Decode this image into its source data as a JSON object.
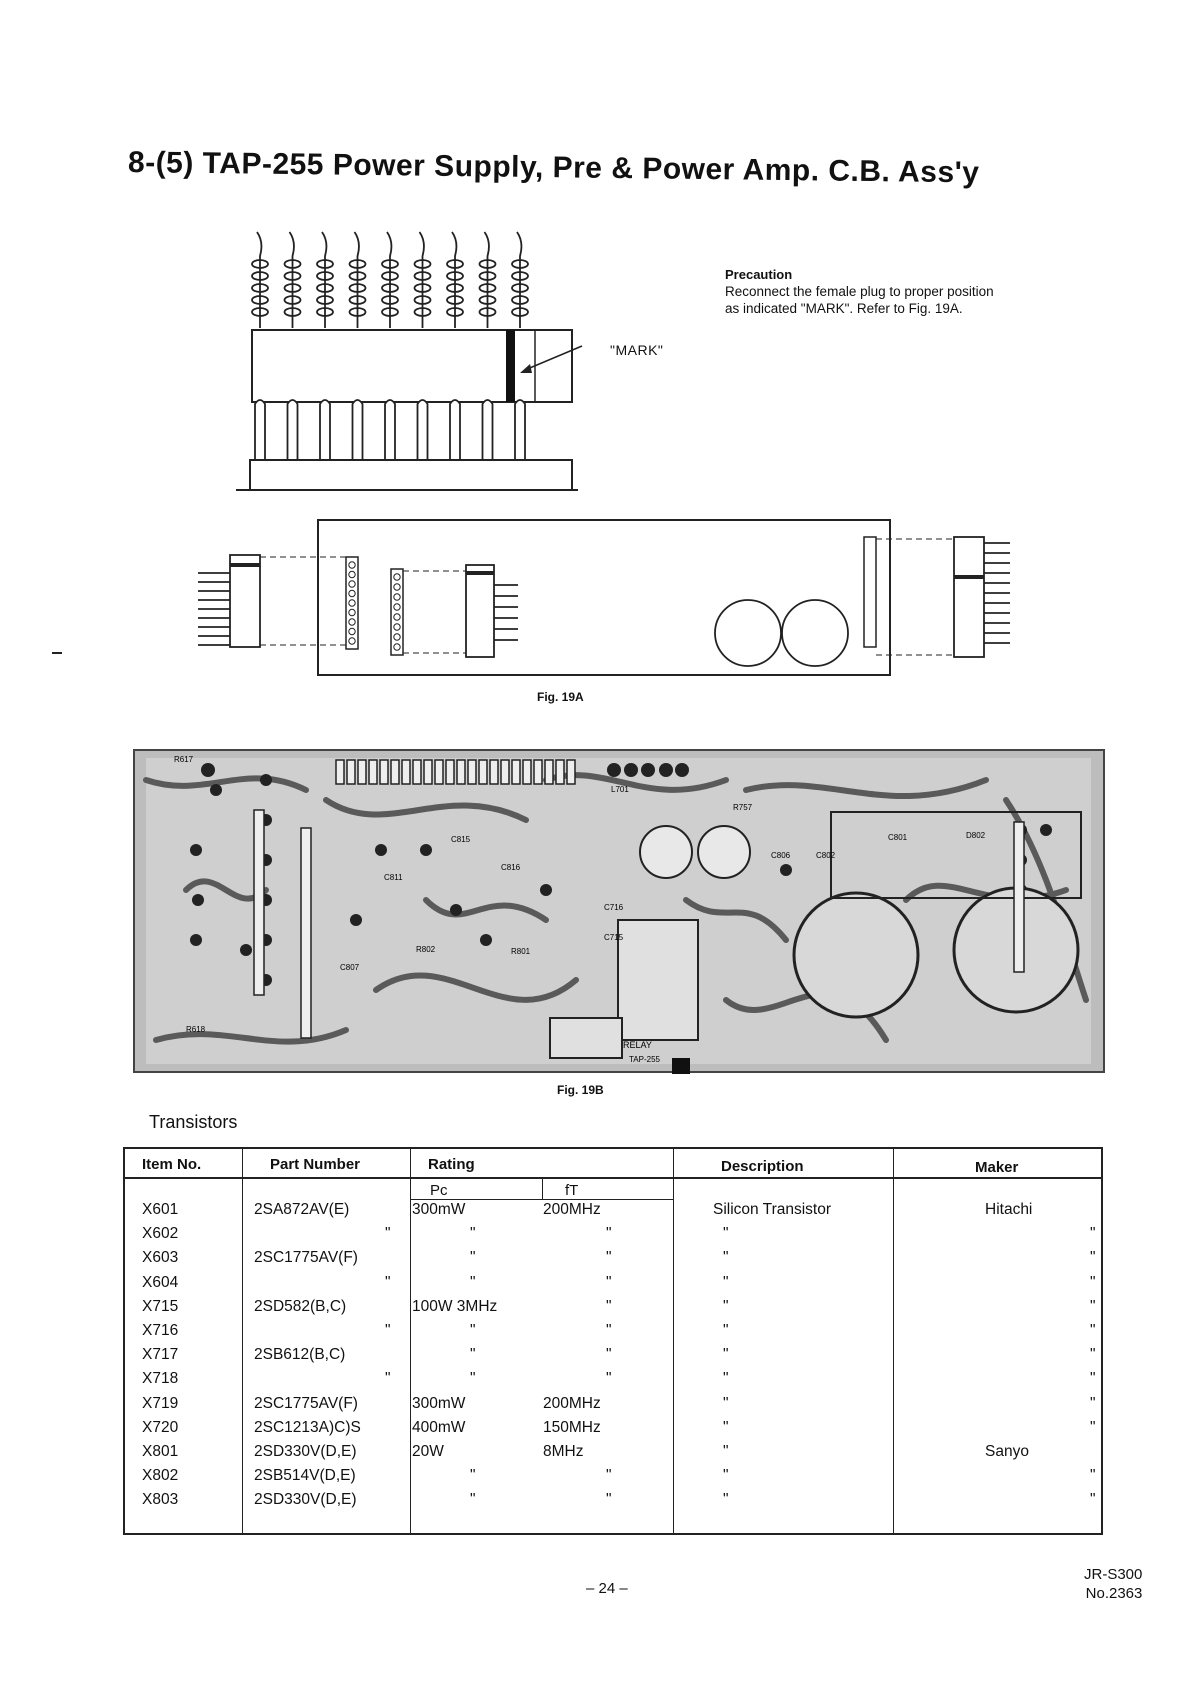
{
  "title": "8-(5) TAP-255 Power Supply, Pre & Power Amp. C.B. Ass'y",
  "precaution": {
    "heading": "Precaution",
    "line1": "Reconnect the female plug to proper position",
    "line2": "as indicated \"MARK\". Refer to Fig. 19A."
  },
  "mark_label": "\"MARK\"",
  "fig_19a_caption": "Fig. 19A",
  "fig_19b_caption": "Fig. 19B",
  "pcb_labels": {
    "relay": "RELAY",
    "tap": "TAP-255",
    "l701": "L701",
    "c806": "C806",
    "c801": "C801",
    "r757": "R757",
    "c811": "C811",
    "c807": "C807",
    "c716": "C716",
    "c715": "C715",
    "r802": "R802",
    "r801": "R801",
    "c815": "C815",
    "c816": "C816",
    "r617": "R617",
    "r618": "R618",
    "d802": "D802",
    "c802": "C802"
  },
  "section_title": "Transistors",
  "table": {
    "headers": {
      "item": "Item No.",
      "part": "Part Number",
      "rating": "Rating",
      "description": "Description",
      "maker": "Maker"
    },
    "subheaders": {
      "pc": "Pc",
      "ft": "fT"
    },
    "rows": [
      {
        "item": "X601",
        "part": "2SA872AV(E)",
        "pc": "300mW",
        "ft": "200MHz",
        "desc": "Silicon Transistor",
        "maker": "Hitachi"
      },
      {
        "item": "X602",
        "part": "\"",
        "pc": "\"",
        "ft": "\"",
        "desc": "\"",
        "maker": "\""
      },
      {
        "item": "X603",
        "part": "2SC1775AV(F)",
        "pc": "\"",
        "ft": "\"",
        "desc": "\"",
        "maker": "\""
      },
      {
        "item": "X604",
        "part": "\"",
        "pc": "\"",
        "ft": "\"",
        "desc": "\"",
        "maker": "\""
      },
      {
        "item": "X715",
        "part": "2SD582(B,C)",
        "pc": "100W  3MHz",
        "ft": "\"",
        "desc": "\"",
        "maker": "\""
      },
      {
        "item": "X716",
        "part": "\"",
        "pc": "\"",
        "ft": "\"",
        "desc": "\"",
        "maker": "\""
      },
      {
        "item": "X717",
        "part": "2SB612(B,C)",
        "pc": "\"",
        "ft": "\"",
        "desc": "\"",
        "maker": "\""
      },
      {
        "item": "X718",
        "part": "\"",
        "pc": "\"",
        "ft": "\"",
        "desc": "\"",
        "maker": "\""
      },
      {
        "item": "X719",
        "part": "2SC1775AV(F)",
        "pc": "300mW",
        "ft": "200MHz",
        "desc": "\"",
        "maker": "\""
      },
      {
        "item": "X720",
        "part": "2SC1213A)C)S",
        "pc": "400mW",
        "ft": "150MHz",
        "desc": "\"",
        "maker": "\""
      },
      {
        "item": "X801",
        "part": "2SD330V(D,E)",
        "pc": "20W",
        "ft": "8MHz",
        "desc": "\"",
        "maker": "Sanyo"
      },
      {
        "item": "X802",
        "part": "2SB514V(D,E)",
        "pc": "\"",
        "ft": "\"",
        "desc": "\"",
        "maker": "\""
      },
      {
        "item": "X803",
        "part": "2SD330V(D,E)",
        "pc": "\"",
        "ft": "\"",
        "desc": "\"",
        "maker": "\""
      }
    ]
  },
  "page_number": "– 24 –",
  "doc_ref": {
    "line1": "JR-S300",
    "line2": "No.2363"
  }
}
